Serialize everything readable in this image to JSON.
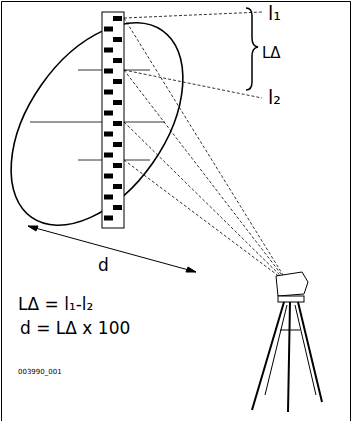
{
  "diagram": {
    "labels": [
      "l₁",
      "LΔ",
      "l₂",
      "d",
      "LΔ = l₁-l₂",
      "d = LΔ x 100",
      "003990_001"
    ]
  }
}
